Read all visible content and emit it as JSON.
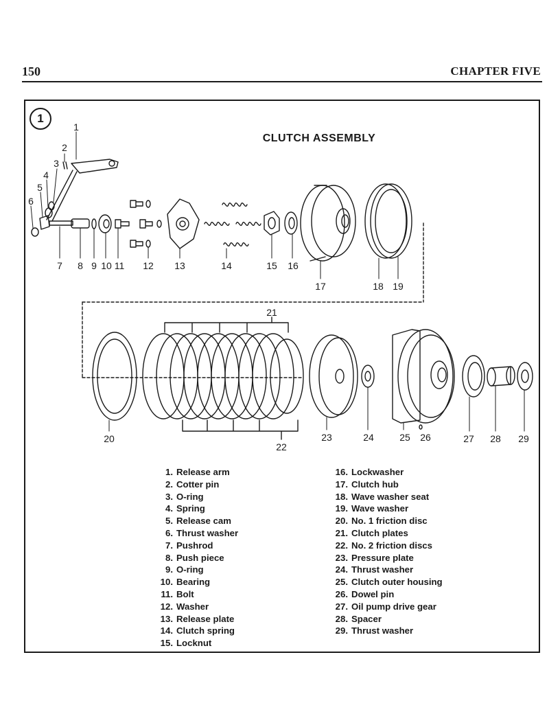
{
  "page": {
    "number": "150",
    "chapter": "CHAPTER FIVE"
  },
  "figure": {
    "badge": "1",
    "title": "CLUTCH ASSEMBLY"
  },
  "callouts": [
    "1",
    "2",
    "3",
    "4",
    "5",
    "6",
    "7",
    "8",
    "9",
    "10",
    "11",
    "12",
    "13",
    "14",
    "15",
    "16",
    "17",
    "18",
    "19",
    "20",
    "21",
    "22",
    "23",
    "24",
    "25",
    "26",
    "27",
    "28",
    "29"
  ],
  "legend": [
    {
      "n": "1.",
      "label": "Release arm"
    },
    {
      "n": "2.",
      "label": "Cotter pin"
    },
    {
      "n": "3.",
      "label": "O-ring"
    },
    {
      "n": "4.",
      "label": "Spring"
    },
    {
      "n": "5.",
      "label": "Release cam"
    },
    {
      "n": "6.",
      "label": "Thrust washer"
    },
    {
      "n": "7.",
      "label": "Pushrod"
    },
    {
      "n": "8.",
      "label": "Push piece"
    },
    {
      "n": "9.",
      "label": "O-ring"
    },
    {
      "n": "10.",
      "label": "Bearing"
    },
    {
      "n": "11.",
      "label": "Bolt"
    },
    {
      "n": "12.",
      "label": "Washer"
    },
    {
      "n": "13.",
      "label": "Release plate"
    },
    {
      "n": "14.",
      "label": "Clutch spring"
    },
    {
      "n": "15.",
      "label": "Locknut"
    },
    {
      "n": "16.",
      "label": "Lockwasher"
    },
    {
      "n": "17.",
      "label": "Clutch hub"
    },
    {
      "n": "18.",
      "label": "Wave washer seat"
    },
    {
      "n": "19.",
      "label": "Wave washer"
    },
    {
      "n": "20.",
      "label": "No. 1 friction disc"
    },
    {
      "n": "21.",
      "label": "Clutch plates"
    },
    {
      "n": "22.",
      "label": "No. 2 friction discs"
    },
    {
      "n": "23.",
      "label": "Pressure plate"
    },
    {
      "n": "24.",
      "label": "Thrust washer"
    },
    {
      "n": "25.",
      "label": "Clutch outer housing"
    },
    {
      "n": "26.",
      "label": "Dowel pin"
    },
    {
      "n": "27.",
      "label": "Oil pump drive gear"
    },
    {
      "n": "28.",
      "label": "Spacer"
    },
    {
      "n": "29.",
      "label": "Thrust washer"
    }
  ]
}
